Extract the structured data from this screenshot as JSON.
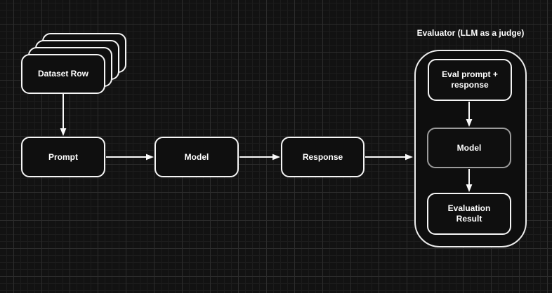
{
  "diagram": {
    "title": "",
    "nodes": {
      "dataset_row": {
        "label": "Dataset Row",
        "shape": "stacked-cards"
      },
      "prompt": {
        "label": "Prompt",
        "shape": "rounded-rect"
      },
      "model": {
        "label": "Model",
        "shape": "rounded-rect"
      },
      "response": {
        "label": "Response",
        "shape": "rounded-rect"
      },
      "evaluator_group": {
        "label": "Evaluator (LLM as a judge)",
        "shape": "rounded-container"
      },
      "eval_prompt_response": {
        "label": "Eval prompt + response",
        "shape": "rounded-rect"
      },
      "evaluator_model": {
        "label": "Model",
        "shape": "rounded-rect",
        "border_color": "#9b9b9b"
      },
      "evaluation_result": {
        "label": "Evaluation Result",
        "shape": "rounded-rect"
      }
    },
    "edges": [
      {
        "from": "dataset_row",
        "to": "prompt",
        "direction": "down"
      },
      {
        "from": "prompt",
        "to": "model",
        "direction": "right"
      },
      {
        "from": "model",
        "to": "response",
        "direction": "right"
      },
      {
        "from": "response",
        "to": "evaluator_group",
        "direction": "right"
      },
      {
        "from": "eval_prompt_response",
        "to": "evaluator_model",
        "direction": "down"
      },
      {
        "from": "evaluator_model",
        "to": "evaluation_result",
        "direction": "down"
      }
    ],
    "colors": {
      "background": "#121212",
      "minor_grid": "#1c1c1c",
      "major_grid": "#2c2c2c",
      "node_fill": "#0f0f0f",
      "node_border": "#f5f5f5",
      "muted_border": "#9b9b9b",
      "text": "#ffffff",
      "arrow": "#fafafa"
    }
  }
}
